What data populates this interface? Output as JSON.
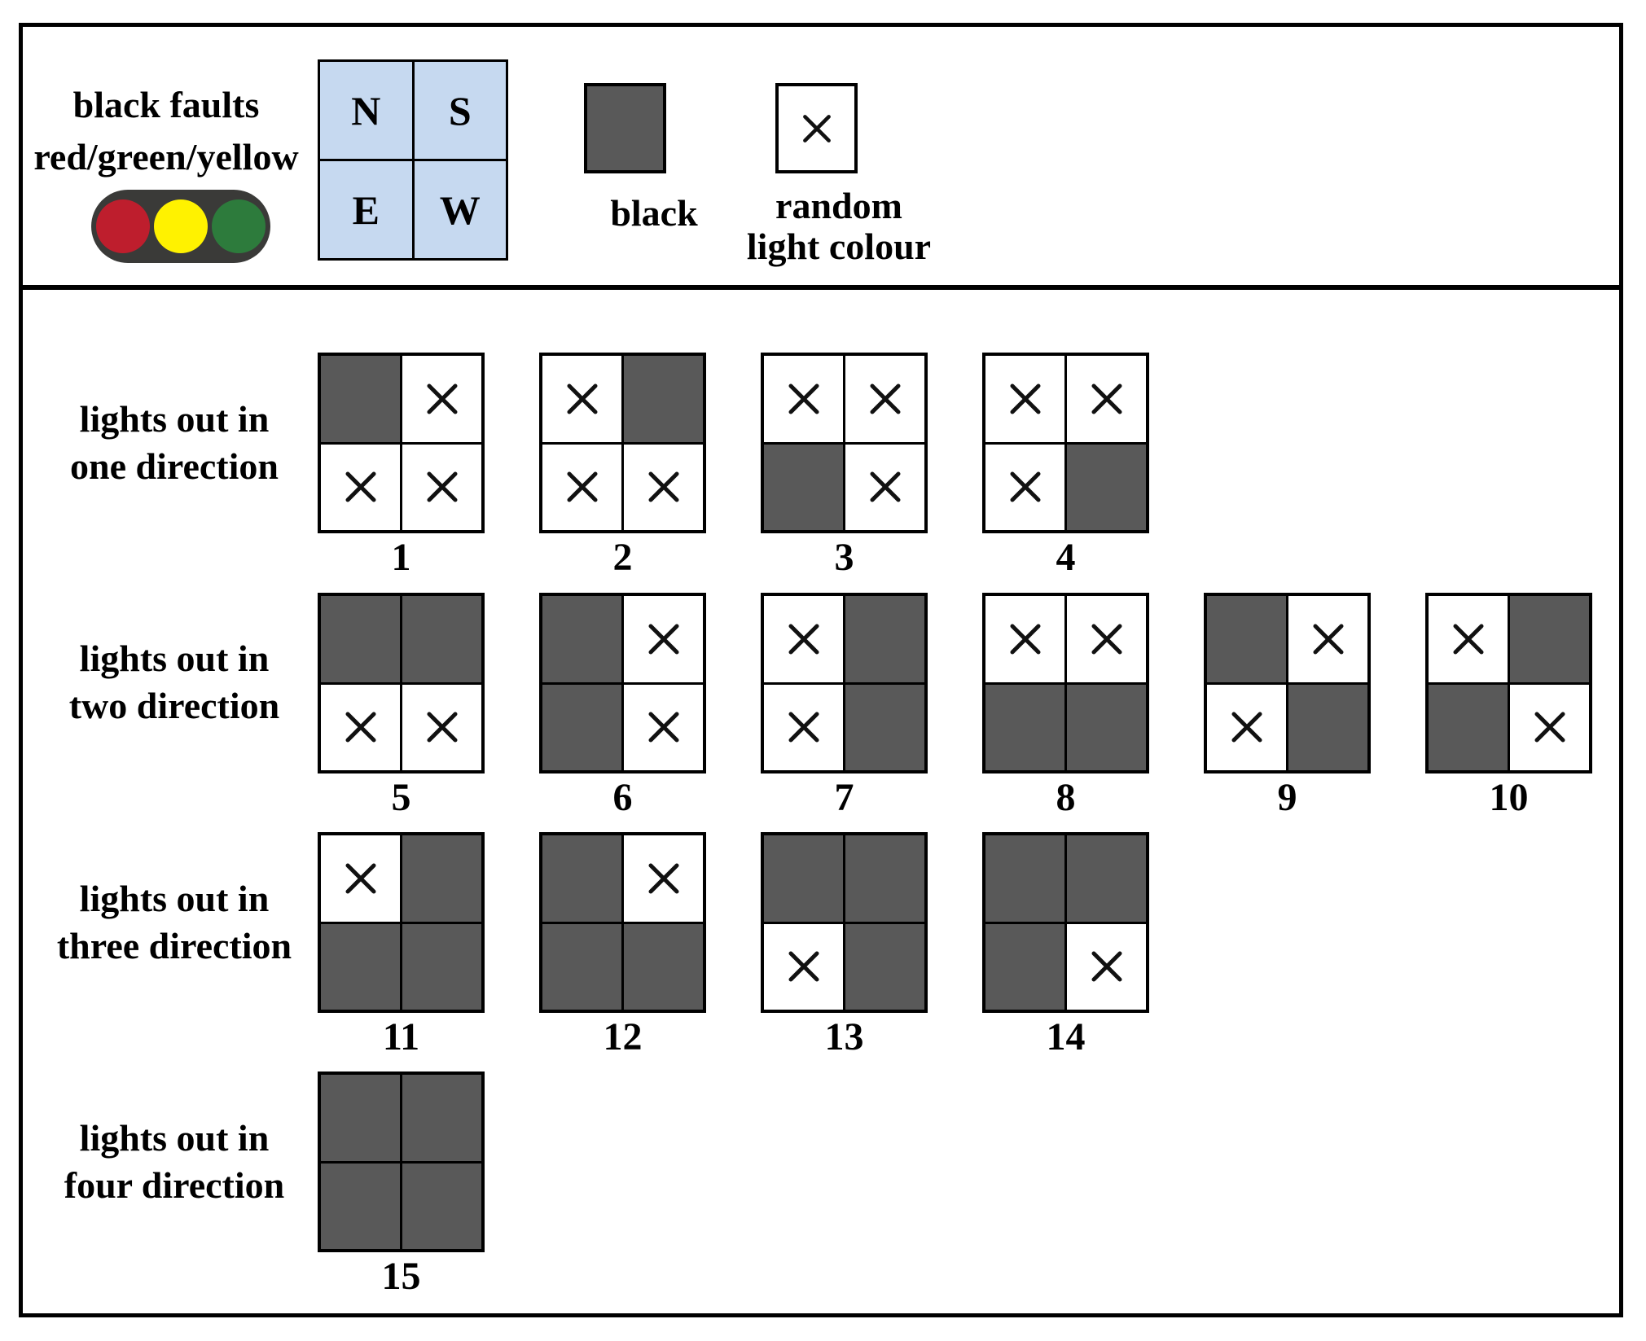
{
  "header": {
    "fault_label": [
      "black faults",
      "red/green/yellow"
    ],
    "directions": [
      "N",
      "S",
      "E",
      "W"
    ],
    "black_square_label": "black",
    "random_square_label": [
      "random",
      "light colour"
    ]
  },
  "colors": {
    "fault_fill": "#595959",
    "directions_fill": "#c6d9f0",
    "traffic_body": "#3a3a38",
    "traffic_red": "#be1e2d",
    "traffic_yellow": "#fff200",
    "traffic_green": "#2d7b3c"
  },
  "rows": [
    {
      "caption": [
        "lights out in",
        "one direction"
      ],
      "grids": [
        {
          "number": "1",
          "cells": [
            "B",
            "X",
            "X",
            "X"
          ]
        },
        {
          "number": "2",
          "cells": [
            "X",
            "B",
            "X",
            "X"
          ]
        },
        {
          "number": "3",
          "cells": [
            "X",
            "X",
            "B",
            "X"
          ]
        },
        {
          "number": "4",
          "cells": [
            "X",
            "X",
            "X",
            "B"
          ]
        }
      ]
    },
    {
      "caption": [
        "lights out in",
        "two direction"
      ],
      "grids": [
        {
          "number": "5",
          "cells": [
            "B",
            "B",
            "X",
            "X"
          ]
        },
        {
          "number": "6",
          "cells": [
            "B",
            "X",
            "B",
            "X"
          ]
        },
        {
          "number": "7",
          "cells": [
            "X",
            "B",
            "X",
            "B"
          ]
        },
        {
          "number": "8",
          "cells": [
            "X",
            "X",
            "B",
            "B"
          ]
        },
        {
          "number": "9",
          "cells": [
            "B",
            "X",
            "X",
            "B"
          ]
        },
        {
          "number": "10",
          "cells": [
            "X",
            "B",
            "B",
            "X"
          ]
        }
      ]
    },
    {
      "caption": [
        "lights out in",
        "three direction"
      ],
      "grids": [
        {
          "number": "11",
          "cells": [
            "X",
            "B",
            "B",
            "B"
          ]
        },
        {
          "number": "12",
          "cells": [
            "B",
            "X",
            "B",
            "B"
          ]
        },
        {
          "number": "13",
          "cells": [
            "B",
            "B",
            "X",
            "B"
          ]
        },
        {
          "number": "14",
          "cells": [
            "B",
            "B",
            "B",
            "X"
          ]
        }
      ]
    },
    {
      "caption": [
        "lights out in",
        "four direction"
      ],
      "grids": [
        {
          "number": "15",
          "cells": [
            "B",
            "B",
            "B",
            "B"
          ]
        }
      ]
    }
  ]
}
